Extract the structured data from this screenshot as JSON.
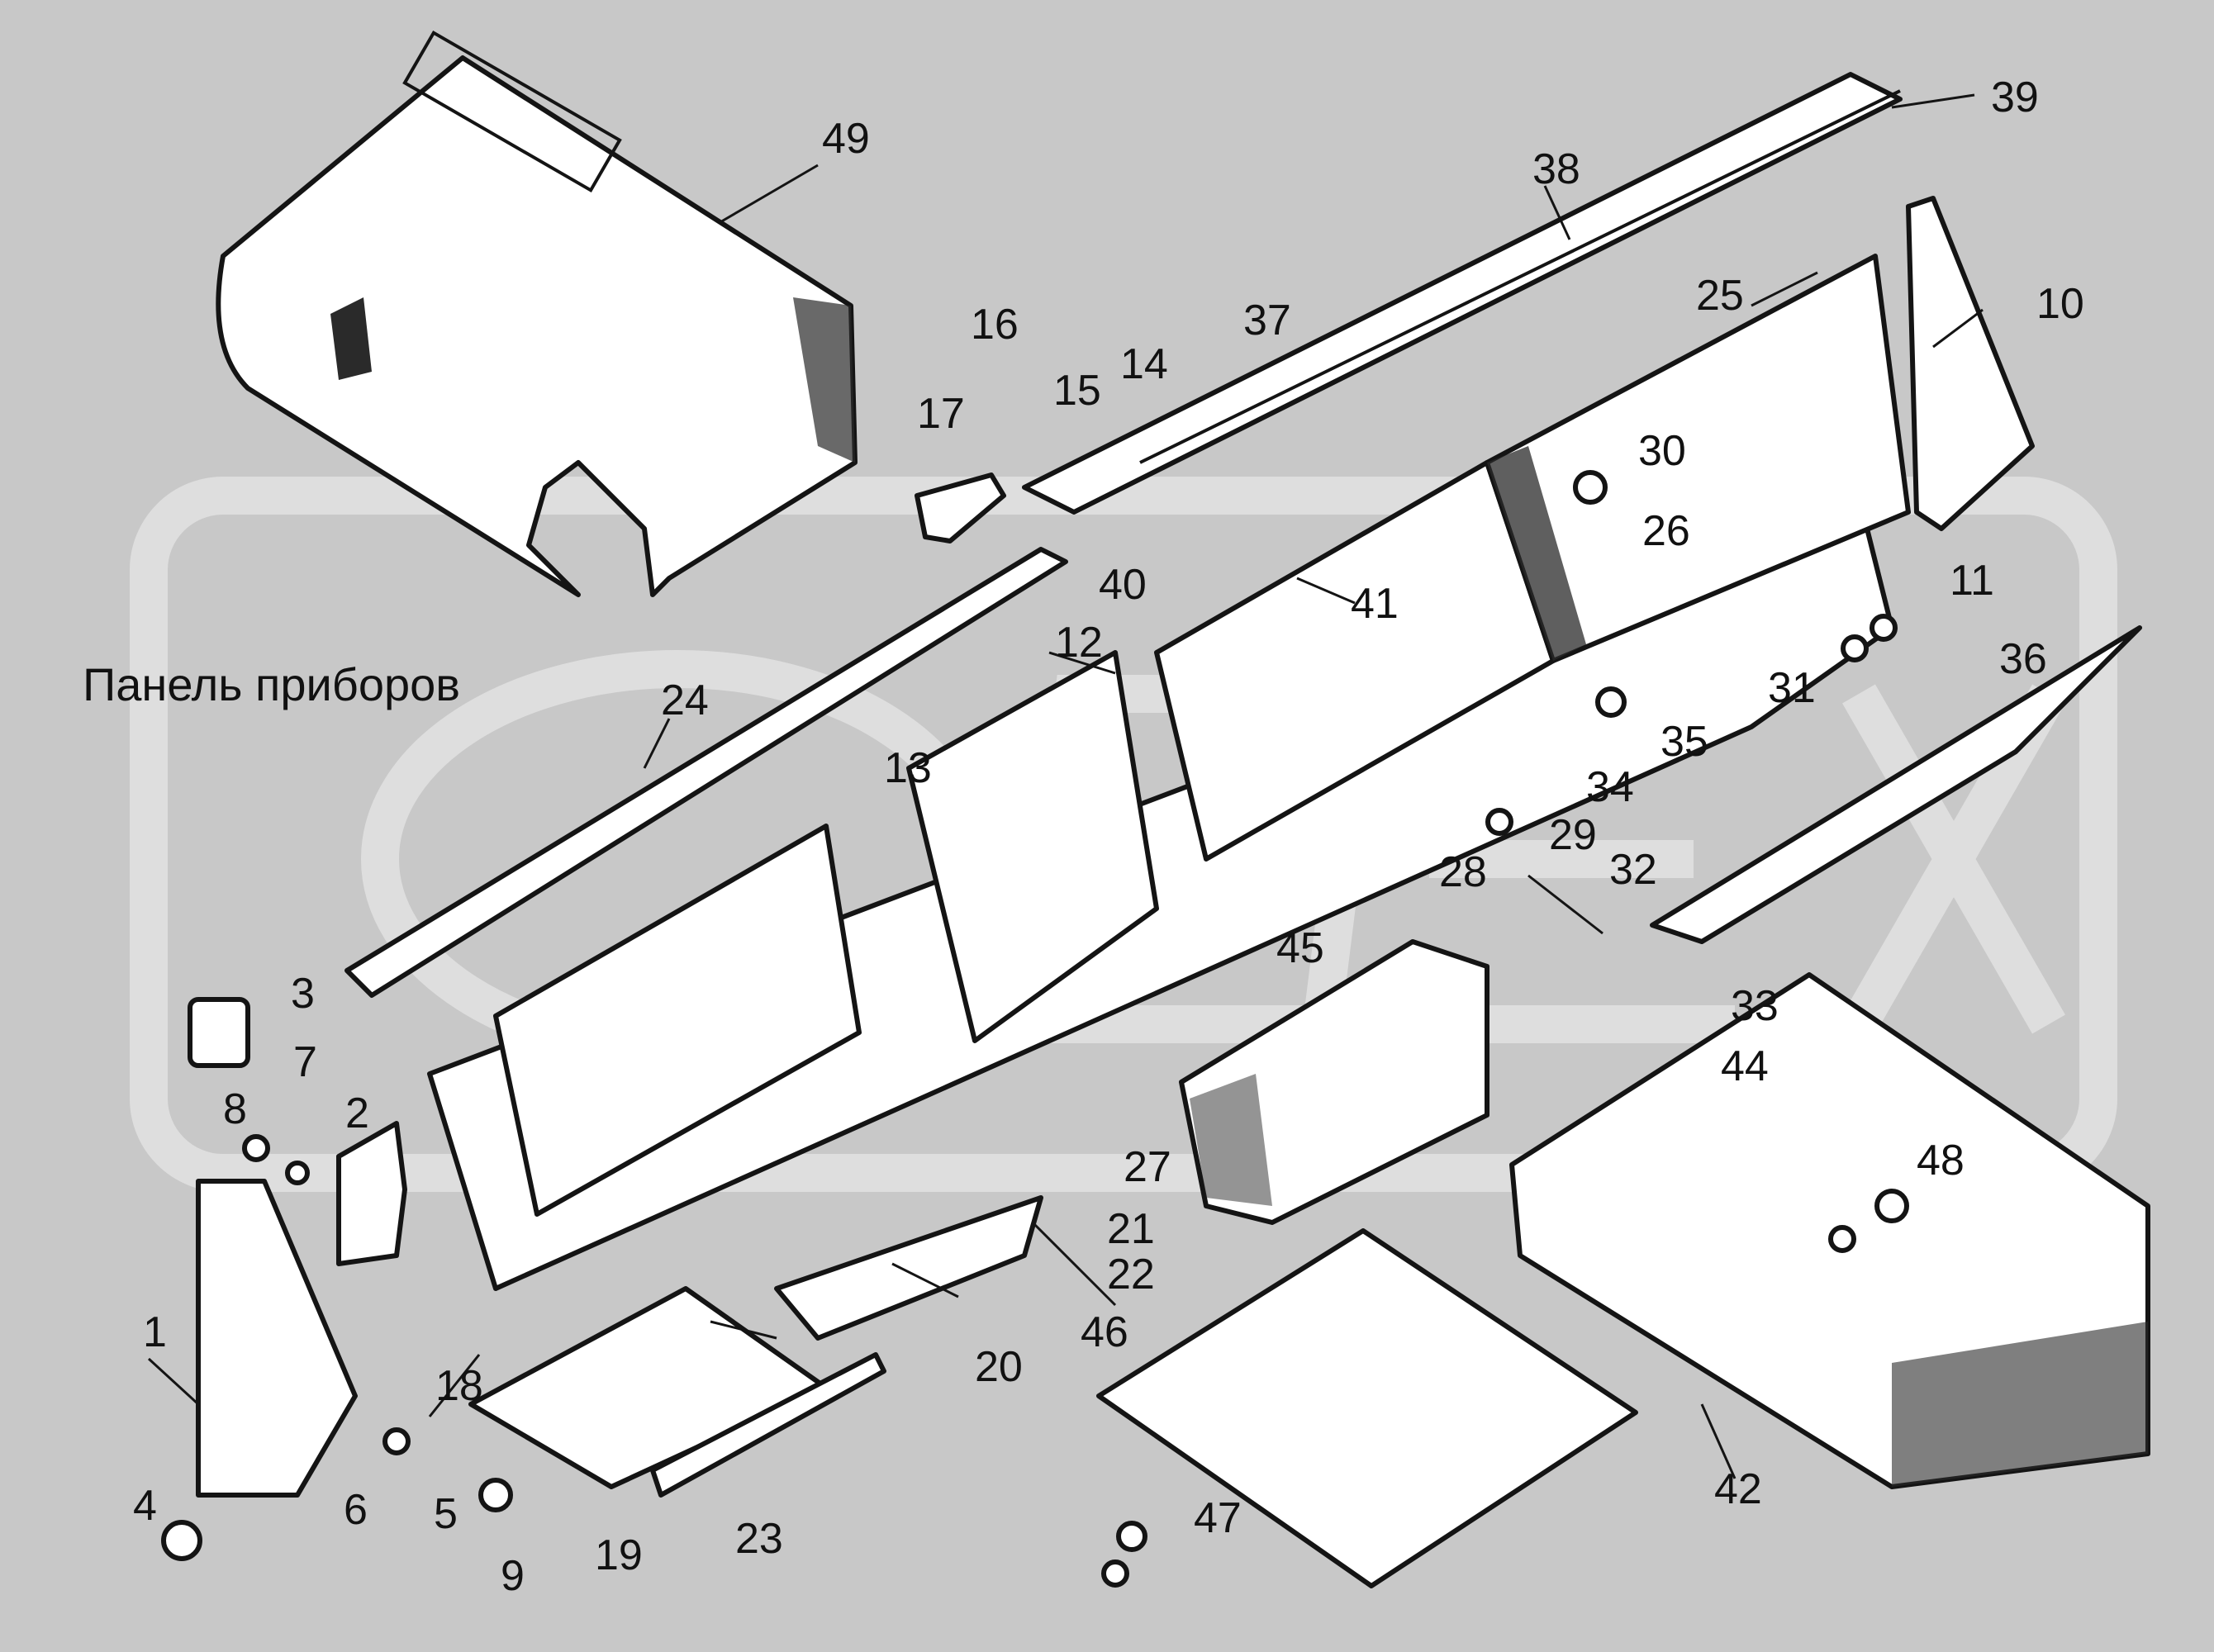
{
  "title": "Панель приборов",
  "watermark": "OPEX",
  "colors": {
    "background": "#c8c8c8",
    "line": "#141414",
    "watermark": "#e6e6e6"
  },
  "callouts": [
    "1",
    "2",
    "3",
    "4",
    "5",
    "6",
    "7",
    "8",
    "9",
    "10",
    "11",
    "12",
    "13",
    "14",
    "15",
    "16",
    "17",
    "18",
    "19",
    "20",
    "21",
    "22",
    "23",
    "24",
    "25",
    "26",
    "27",
    "28",
    "29",
    "30",
    "31",
    "32",
    "33",
    "34",
    "35",
    "36",
    "37",
    "38",
    "39",
    "40",
    "41",
    "42",
    "44",
    "45",
    "46",
    "47",
    "48",
    "49"
  ]
}
